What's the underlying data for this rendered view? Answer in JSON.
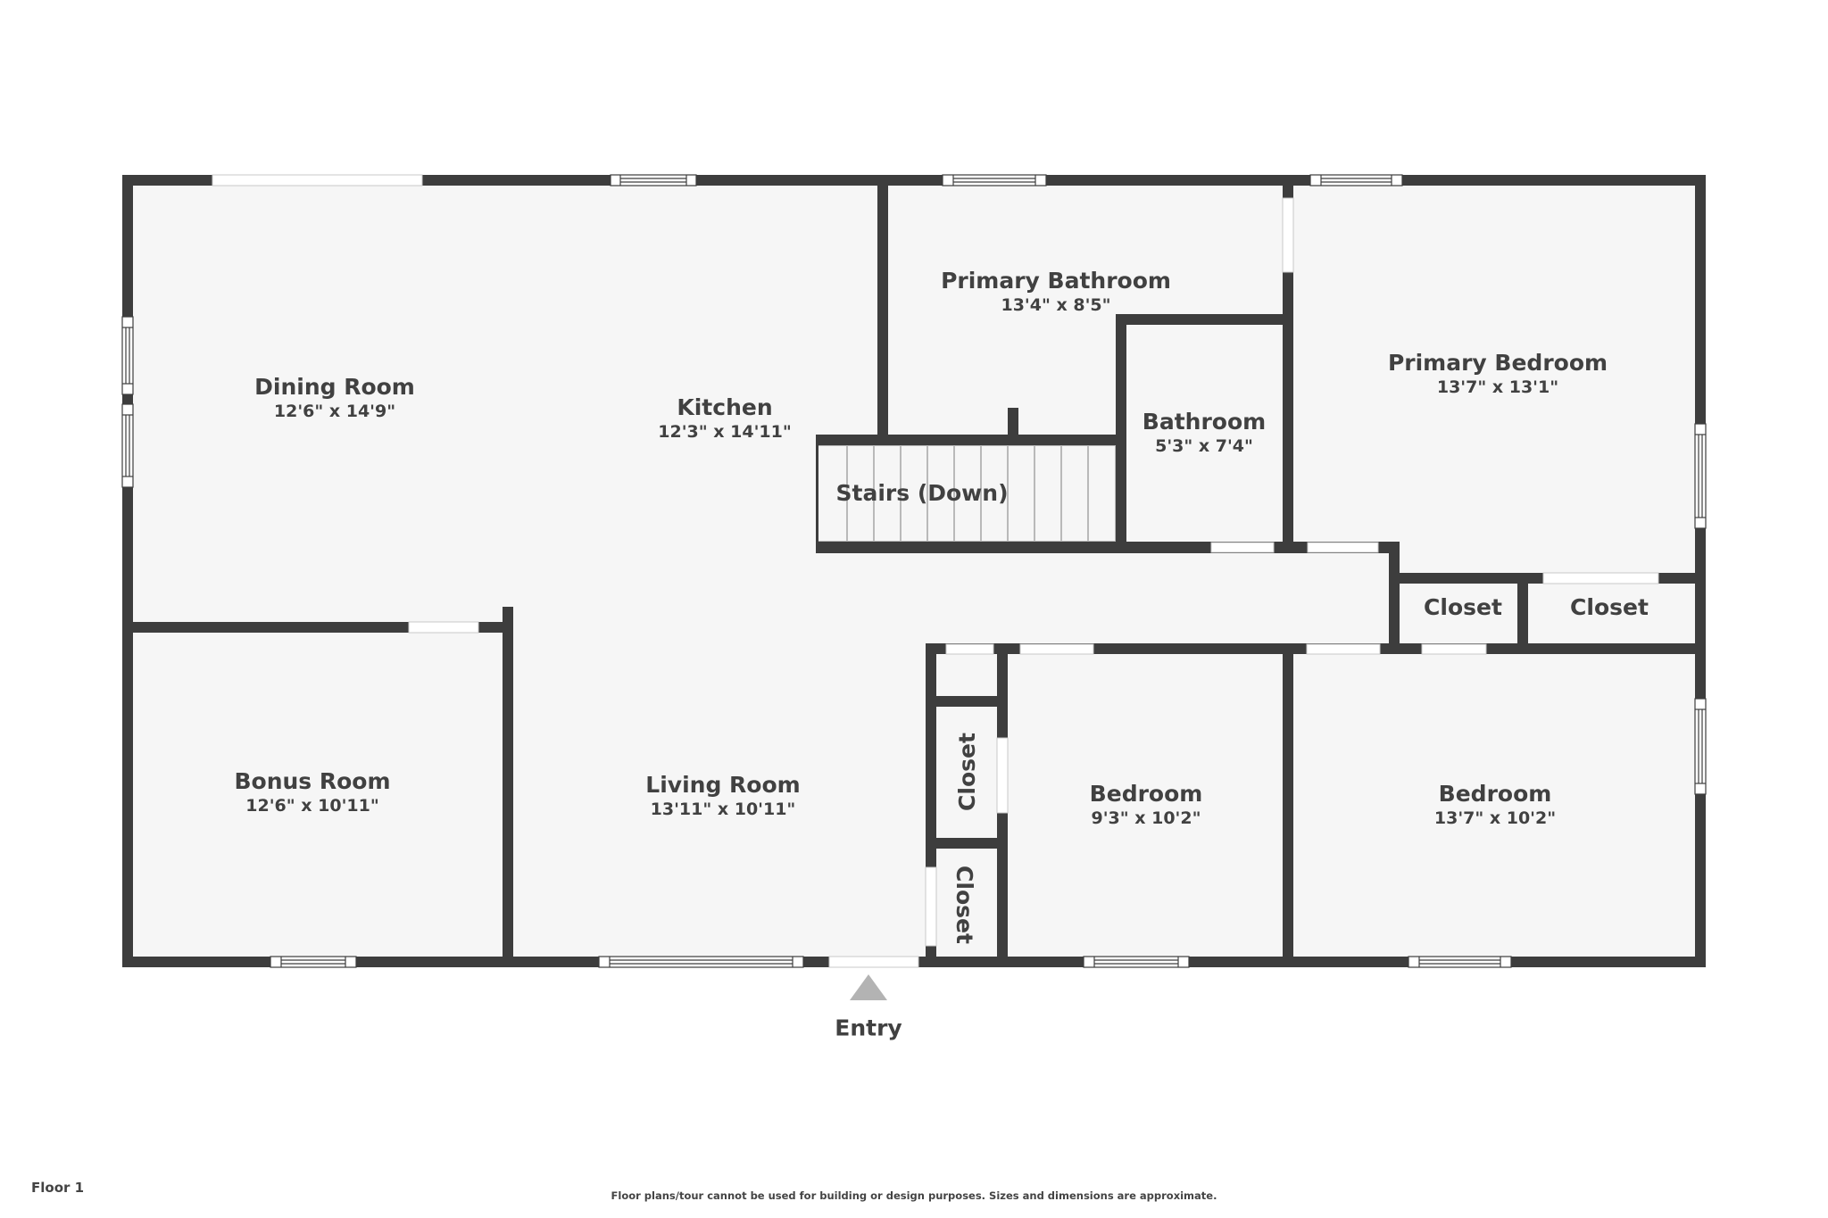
{
  "floor": {
    "label": "Floor 1"
  },
  "disclaimer": "Floor plans/tour cannot be used for building or design purposes. Sizes and dimensions are approximate.",
  "entry": {
    "label": "Entry",
    "icon": "entry-arrow-icon"
  },
  "colors": {
    "wall": "#3d3d3d",
    "floor": "#f6f6f6",
    "text": "#414141",
    "entry_arrow": "#b3b3b3",
    "stair_tread": "#b9b9b9"
  },
  "rooms": {
    "dining_room": {
      "name": "Dining Room",
      "dims": "12'6\" x 14'9\""
    },
    "kitchen": {
      "name": "Kitchen",
      "dims": "12'3\" x 14'11\""
    },
    "primary_bathroom": {
      "name": "Primary Bathroom",
      "dims": "13'4\" x 8'5\""
    },
    "bathroom": {
      "name": "Bathroom",
      "dims": "5'3\" x 7'4\""
    },
    "primary_bedroom": {
      "name": "Primary Bedroom",
      "dims": "13'7\" x 13'1\""
    },
    "stairs": {
      "name": "Stairs (Down)"
    },
    "closet_a": {
      "name": "Closet"
    },
    "closet_b": {
      "name": "Closet"
    },
    "closet_c": {
      "name": "Closet"
    },
    "closet_d": {
      "name": "Closet"
    },
    "bonus_room": {
      "name": "Bonus Room",
      "dims": "12'6\" x 10'11\""
    },
    "living_room": {
      "name": "Living Room",
      "dims": "13'11\" x 10'11\""
    },
    "bedroom_1": {
      "name": "Bedroom",
      "dims": "9'3\" x 10'2\""
    },
    "bedroom_2": {
      "name": "Bedroom",
      "dims": "13'7\" x 10'2\""
    }
  }
}
